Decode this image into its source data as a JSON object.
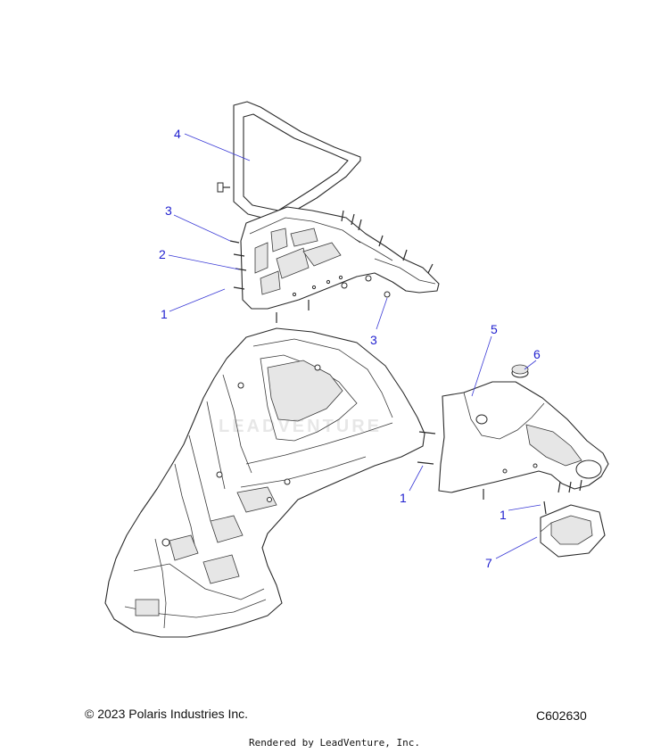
{
  "callouts": [
    {
      "id": "c4",
      "label": "4"
    },
    {
      "id": "c3a",
      "label": "3"
    },
    {
      "id": "c2",
      "label": "2"
    },
    {
      "id": "c1a",
      "label": "1"
    },
    {
      "id": "c3b",
      "label": "3"
    },
    {
      "id": "c5",
      "label": "5"
    },
    {
      "id": "c6",
      "label": "6"
    },
    {
      "id": "c1b",
      "label": "1"
    },
    {
      "id": "c1c",
      "label": "1"
    },
    {
      "id": "c7",
      "label": "7"
    }
  ],
  "footer": {
    "copyright": "© 2023 Polaris Industries Inc.",
    "drawing_id": "C602630",
    "render_credit": "Rendered by LeadVenture, Inc."
  },
  "watermark": "LEADVENTURE",
  "colors": {
    "callout": "#1f1fcf",
    "line": "#2a2a2a"
  }
}
